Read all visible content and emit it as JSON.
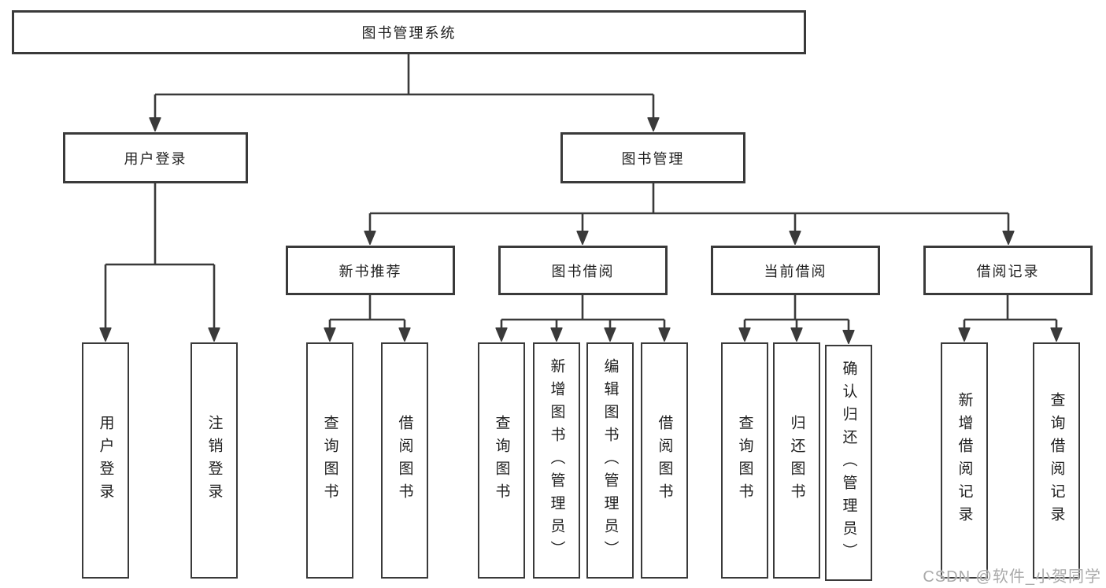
{
  "colors": {
    "line": "#3a3a3a",
    "text": "#1f1f1f",
    "watermark": "#a9a9a9"
  },
  "nodes": {
    "root": "图书管理系统",
    "level2": {
      "user_login": "用户登录",
      "book_mgmt": "图书管理"
    },
    "level3": {
      "new_books": "新书推荐",
      "book_borrow": "图书借阅",
      "current_borrow": "当前借阅",
      "borrow_records": "借阅记录"
    },
    "leaves": {
      "login": {
        "user_login": "用户登录",
        "logout": "注销登录"
      },
      "new_books": {
        "query": "查询图书",
        "borrow": "借阅图书"
      },
      "book_borrow": {
        "query": "查询图书",
        "add": "新增图书（管理员）",
        "edit": "编辑图书（管理员）",
        "borrow": "借阅图书"
      },
      "current_borrow": {
        "query": "查询图书",
        "return": "归还图书",
        "confirm": "确认归还（管理员）"
      },
      "borrow_records": {
        "add": "新增借阅记录",
        "query": "查询借阅记录"
      }
    }
  },
  "watermark": "CSDN @软件_小贺同学"
}
